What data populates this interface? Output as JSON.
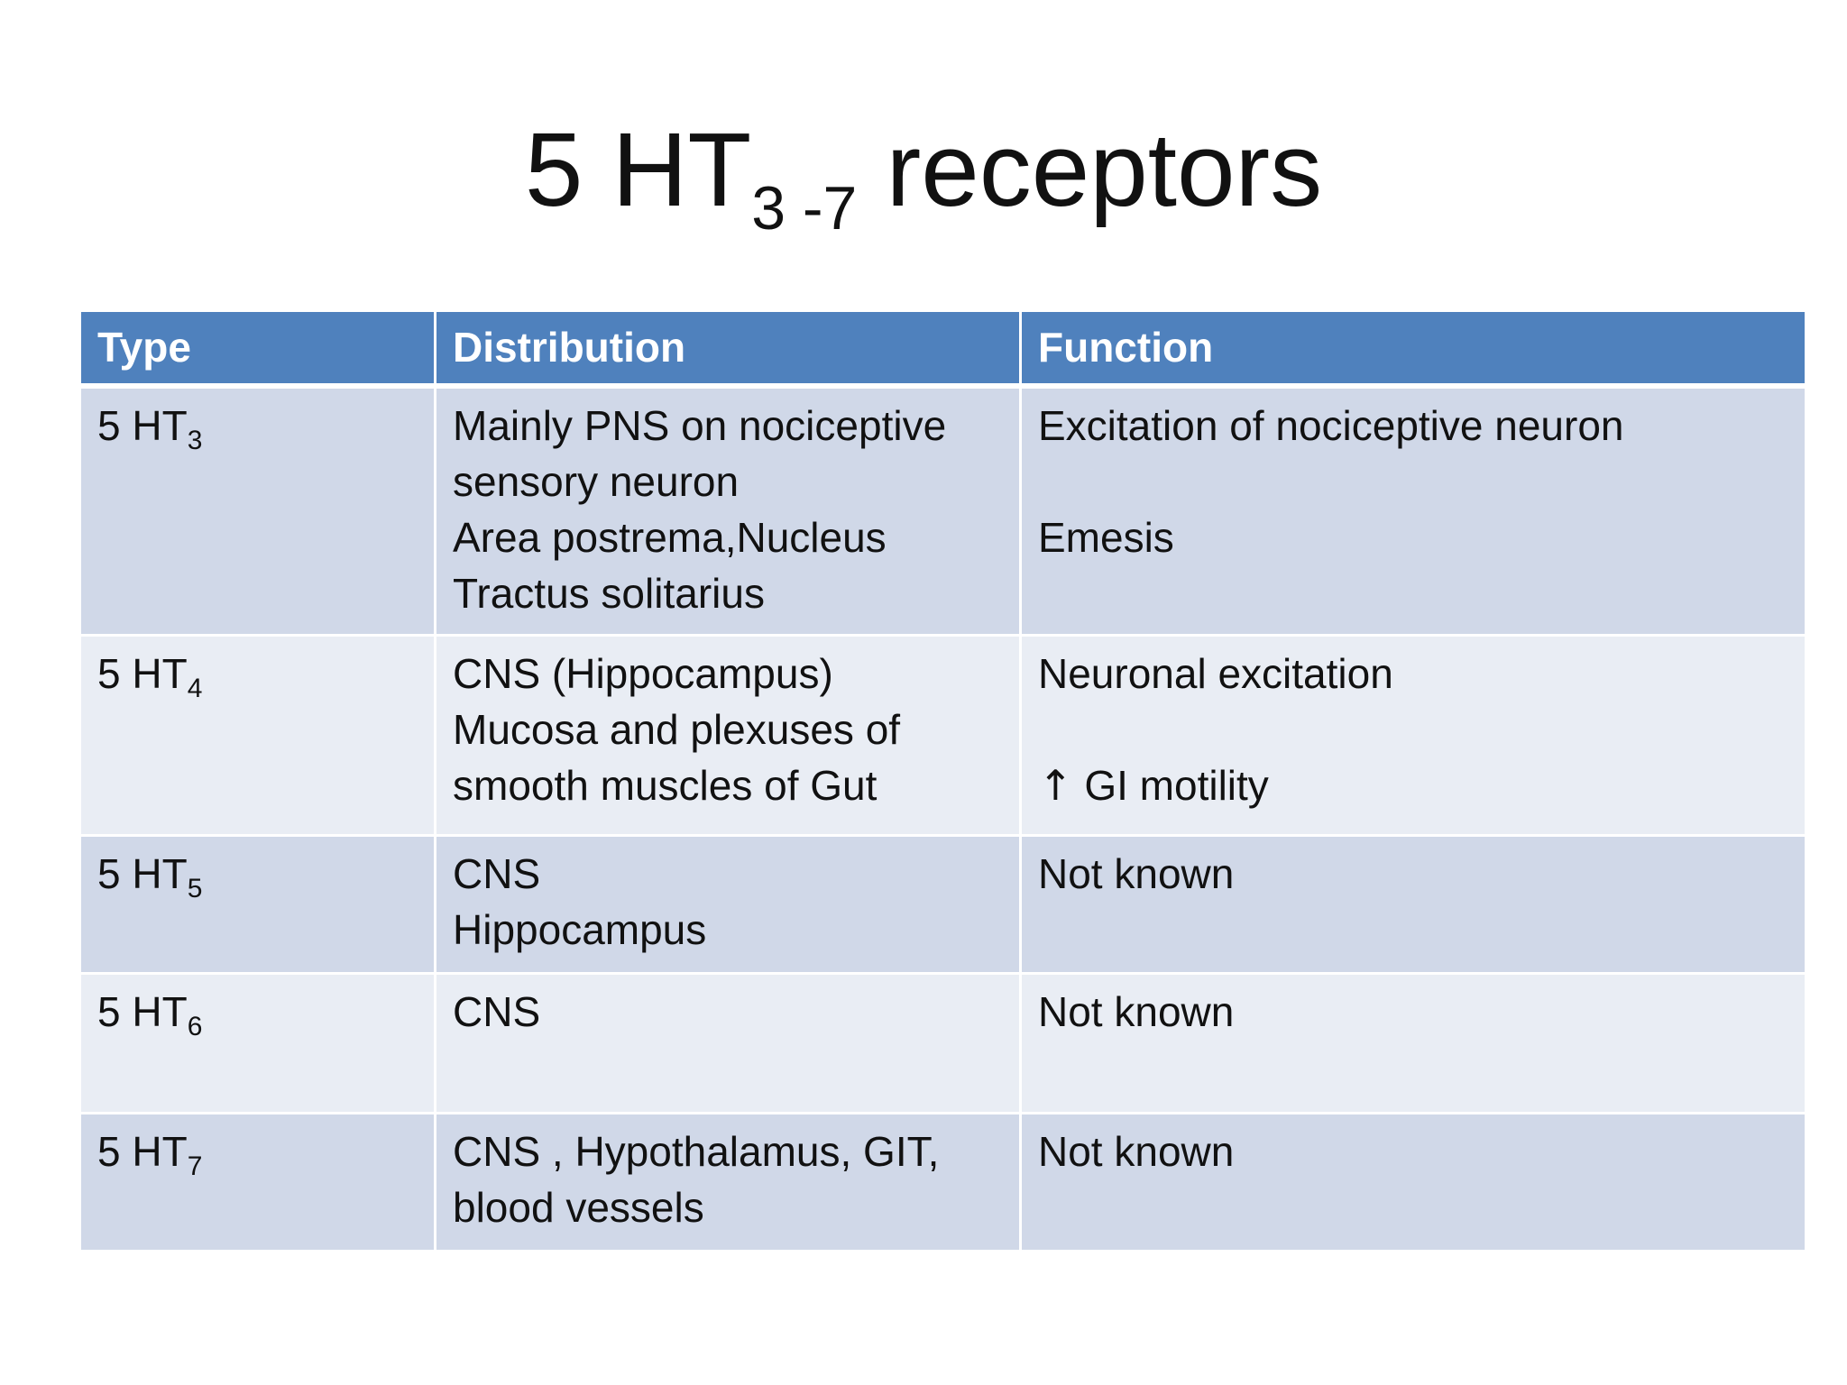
{
  "title": {
    "main": "5 HT",
    "sub": "3 -7",
    "rest": " receptors"
  },
  "table": {
    "headers": [
      "Type",
      "Distribution",
      "Function"
    ],
    "rows": [
      {
        "type": "5 HT",
        "type_sub": "3",
        "distribution": [
          "Mainly PNS on nociceptive",
          "sensory neuron",
          "Area postrema,Nucleus",
          "Tractus solitarius"
        ],
        "function": [
          "Excitation of  nociceptive neuron",
          "",
          "Emesis"
        ]
      },
      {
        "type": "5 HT",
        "type_sub": "4",
        "distribution": [
          "CNS (Hippocampus)",
          "Mucosa and plexuses of",
          "smooth muscles of Gut"
        ],
        "function": [
          "Neuronal excitation",
          "",
          "GI motility"
        ],
        "function_arrow": "↑"
      },
      {
        "type": "5 HT",
        "type_sub": "5",
        "distribution": [
          "CNS",
          "Hippocampus"
        ],
        "function": [
          "Not known"
        ]
      },
      {
        "type": "5 HT",
        "type_sub": "6",
        "distribution": [
          "CNS"
        ],
        "function": [
          "Not known"
        ]
      },
      {
        "type": "5 HT",
        "type_sub": "7",
        "distribution": [
          "CNS , Hypothalamus, GIT,",
          "blood vessels"
        ],
        "function": [
          "Not known"
        ]
      }
    ]
  },
  "colors": {
    "header_bg": "#4f81bd",
    "row_dark": "#d0d8e8",
    "row_light": "#e9edf4"
  }
}
